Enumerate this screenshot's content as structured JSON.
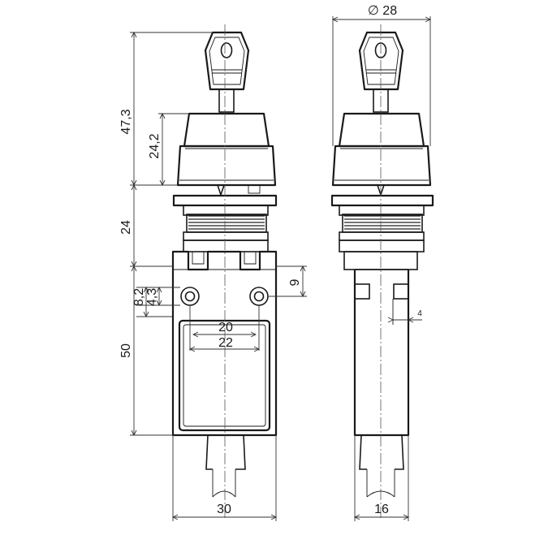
{
  "dimensions": {
    "key_height": "47,3",
    "head_height": "24,2",
    "actuator_height": "24",
    "body_height": "50",
    "hole_offset_a": "8,2",
    "hole_offset_b": "4,3",
    "hole_vertical": "9",
    "hole_spacing_inner": "20",
    "hole_spacing_outer": "22",
    "body_width": "30",
    "side_width": "16",
    "diameter": "∅ 28",
    "slot_depth": "4"
  }
}
